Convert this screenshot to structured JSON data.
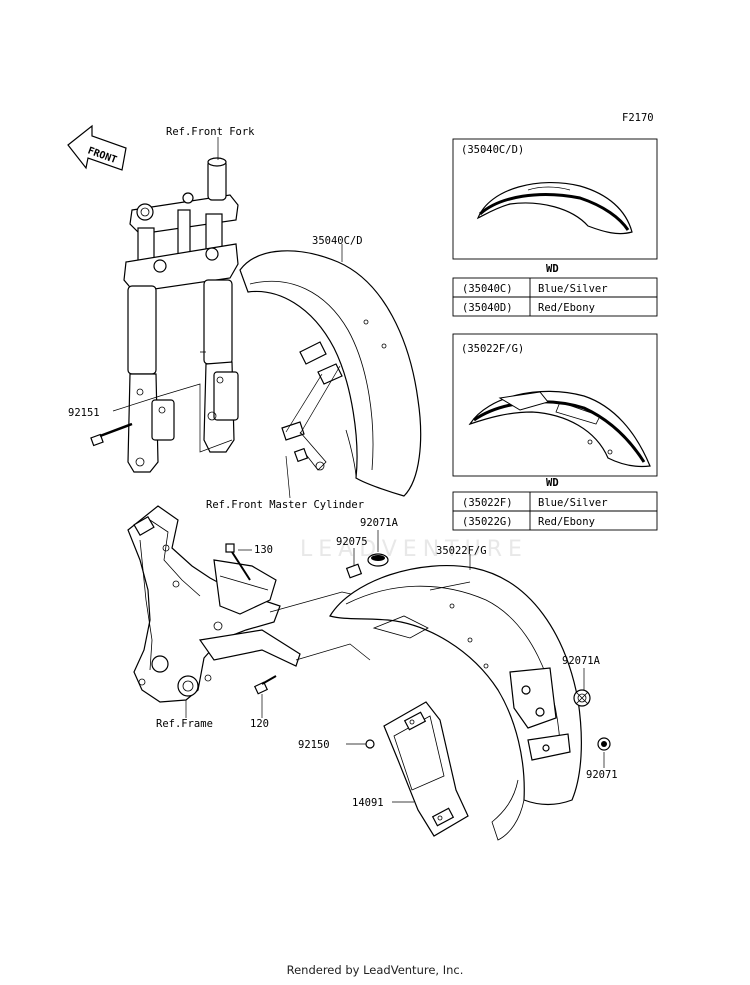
{
  "figure_code": "F2170",
  "front_label": "FRONT",
  "watermark": "LEADVENTURE",
  "labels": {
    "ref_front_fork": "Ref.Front Fork",
    "ref_front_master_cylinder": "Ref.Front Master Cylinder",
    "ref_frame": "Ref.Frame",
    "p35040cd": "35040C/D",
    "p35022fg": "35022F/G",
    "p92151": "92151",
    "p130": "130",
    "p92075": "92075",
    "p92071a_top": "92071A",
    "p92071a_right": "92071A",
    "p120": "120",
    "p92150": "92150",
    "p92071": "92071",
    "p14091": "14091"
  },
  "inset_front": {
    "title": "(35040C/D)",
    "header": "WD",
    "rows": [
      {
        "code": "(35040C)",
        "color": "Blue/Silver"
      },
      {
        "code": "(35040D)",
        "color": "Red/Ebony"
      }
    ]
  },
  "inset_rear": {
    "title": "(35022F/G)",
    "header": "WD",
    "rows": [
      {
        "code": "(35022F)",
        "color": "Blue/Silver"
      },
      {
        "code": "(35022G)",
        "color": "Red/Ebony"
      }
    ]
  },
  "footer": "Rendered by LeadVenture, Inc."
}
